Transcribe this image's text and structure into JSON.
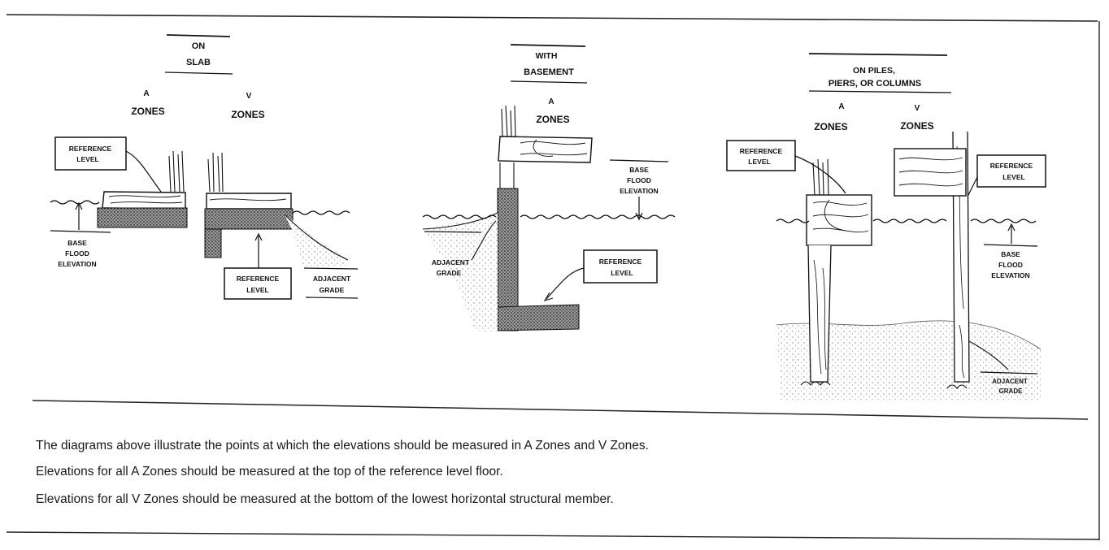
{
  "panels": {
    "slab": {
      "title_line1": "ON",
      "title_line2": "SLAB",
      "a_zone_line1": "A",
      "a_zone_line2": "ZONES",
      "v_zone_line1": "V",
      "v_zone_line2": "ZONES",
      "ref_level_a_line1": "REFERENCE",
      "ref_level_a_line2": "LEVEL",
      "ref_level_v_line1": "REFERENCE",
      "ref_level_v_line2": "LEVEL",
      "bfe_line1": "BASE",
      "bfe_line2": "FLOOD",
      "bfe_line3": "ELEVATION",
      "adjacent_line1": "ADJACENT",
      "adjacent_line2": "GRADE"
    },
    "basement": {
      "title_line1": "WITH",
      "title_line2": "BASEMENT",
      "a_zone_line1": "A",
      "a_zone_line2": "ZONES",
      "bfe_line1": "BASE",
      "bfe_line2": "FLOOD",
      "bfe_line3": "ELEVATION",
      "adjacent_line1": "ADJACENT",
      "adjacent_line2": "GRADE",
      "ref_level_line1": "REFERENCE",
      "ref_level_line2": "LEVEL"
    },
    "piles": {
      "title_line1": "ON PILES,",
      "title_line2": "PIERS, OR COLUMNS",
      "a_zone_line1": "A",
      "a_zone_line2": "ZONES",
      "v_zone_line1": "V",
      "v_zone_line2": "ZONES",
      "ref_level_a_line1": "REFERENCE",
      "ref_level_a_line2": "LEVEL",
      "ref_level_v_line1": "REFERENCE",
      "ref_level_v_line2": "LEVEL",
      "bfe_line1": "BASE",
      "bfe_line2": "FLOOD",
      "bfe_line3": "ELEVATION",
      "adjacent_line1": "ADJACENT",
      "adjacent_line2": "GRADE"
    }
  },
  "caption": {
    "line1": "The diagrams above illustrate the points at which the elevations should be measured in A Zones and V Zones.",
    "line2": "Elevations for all A Zones should be measured at the top of the reference level floor.",
    "line3": "Elevations for all V Zones should be measured at the bottom of the lowest horizontal structural member."
  },
  "colors": {
    "ink": "#111111",
    "paper": "#ffffff",
    "fill_stipple": "#8a8a8a"
  }
}
